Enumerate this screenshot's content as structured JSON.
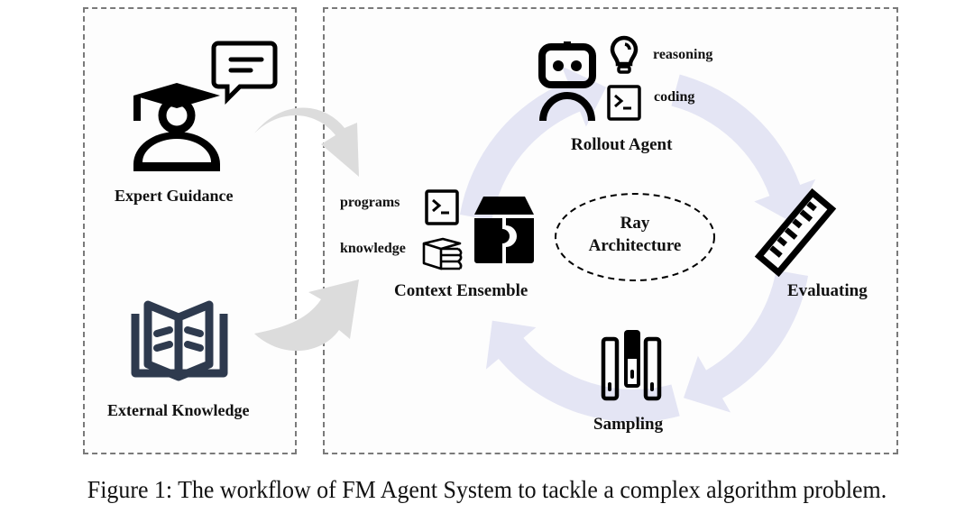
{
  "figure": {
    "caption": "Figure 1: The workflow of FM Agent System to tackle a complex algorithm problem."
  },
  "left_panel": {
    "items": [
      {
        "label": "Expert Guidance",
        "icon": "graduate-with-speech-bubble-icon"
      },
      {
        "label": "External Knowledge",
        "icon": "open-book-icon"
      }
    ]
  },
  "right_panel": {
    "center": {
      "line1": "Ray",
      "line2": "Architecture"
    },
    "rollout_agent": {
      "label": "Rollout Agent",
      "icon": "robot-icon",
      "capabilities": [
        {
          "label": "reasoning",
          "icon": "lightbulb-icon"
        },
        {
          "label": "coding",
          "icon": "terminal-icon"
        }
      ]
    },
    "context_ensemble": {
      "label": "Context Ensemble",
      "icon": "box-puzzle-icon",
      "inputs": [
        {
          "label": "programs",
          "icon": "terminal-icon"
        },
        {
          "label": "knowledge",
          "icon": "book-stack-icon"
        }
      ]
    },
    "evaluating": {
      "label": "Evaluating",
      "icon": "ruler-icon"
    },
    "sampling": {
      "label": "Sampling",
      "icon": "sample-tubes-icon"
    },
    "cycle_direction": "clockwise",
    "cycle_order": [
      "Context Ensemble",
      "Rollout Agent",
      "Evaluating",
      "Sampling"
    ]
  },
  "colors": {
    "cycle_arrow": "#e4e5f4",
    "input_arrow": "#dcdcdc",
    "icon_dark": "#000000",
    "book_icon": "#2e3a4e",
    "dash_border": "#7a7a7a"
  }
}
